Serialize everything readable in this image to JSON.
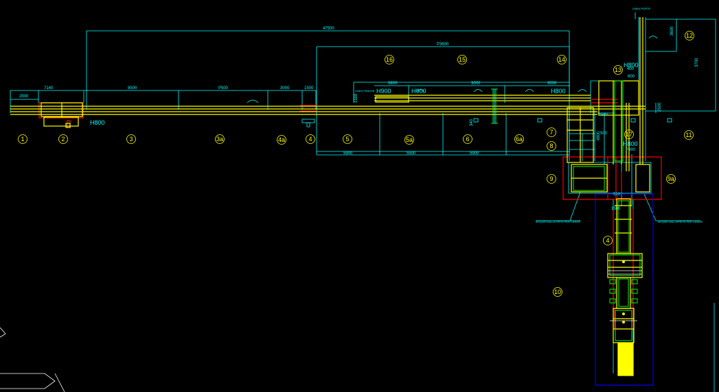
{
  "drawing": {
    "top_label": "LINEA PORTE",
    "line_label": "LINEA FINACIE",
    "h_labels": {
      "left": "H800",
      "mid_a": "H900",
      "mid_b": "H900",
      "right": "H800",
      "upper": "H800",
      "lower": "H800"
    },
    "left_note": "ACQUE DALLA PISTE PER CANOE",
    "right_note": "ACQUE DALLA PISTE PER CANOE",
    "dimensions": {
      "overall": "47500",
      "upper_span": "P3600",
      "d_2500": "2500",
      "d_7140": "7140",
      "d_8500": "8500",
      "d_p500": "P500",
      "d_3000": "3000",
      "d_1500": "1500",
      "d_3800": "3800",
      "d_3000b": "3000",
      "d_3000c": "3000",
      "d_5900a": "5900",
      "d_5500": "5500",
      "d_5900b": "5900",
      "d_4500": "4500",
      "d_3600": "3600",
      "d_3700": "3700",
      "d_2500v": "2500",
      "d_1500v": "1500",
      "d_600": "600",
      "d_500": "500",
      "d_510": "510",
      "d_340": "340",
      "d_p300": "P300",
      "d_1500b": "1500",
      "d_4800": "4800",
      "d_400": "400"
    },
    "stations": {
      "s1": "1",
      "s2": "2",
      "s3": "3",
      "s3a": "3a",
      "s4a": "4a",
      "s4": "4",
      "s5": "5",
      "s5a": "5a",
      "s6": "6",
      "s6a": "6a",
      "s7": "7",
      "s8": "8",
      "s9": "9",
      "s9a": "9a",
      "s10": "10",
      "s11": "11",
      "s12": "12",
      "s13": "13",
      "s14": "14",
      "s15": "15",
      "s16": "16",
      "s17": "17",
      "s4b": "4"
    }
  },
  "colors": {
    "background": "#000000",
    "dimension": "#00ffff",
    "conveyor": "#ffff00",
    "frame": "#00ff00",
    "hazard": "#ff0000",
    "zone": "#0000ff",
    "white": "#ffffff"
  }
}
